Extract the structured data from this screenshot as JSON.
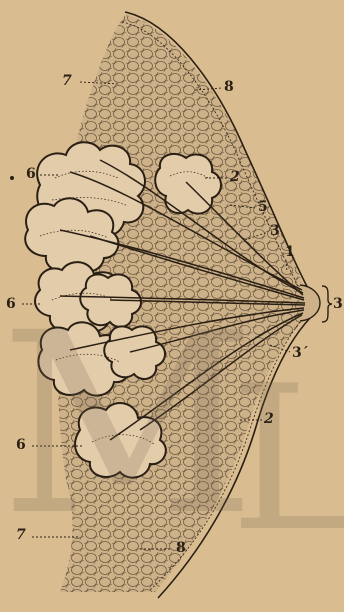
{
  "labels": [
    {
      "id": "lbl-7-top",
      "text": "7"
    },
    {
      "id": "lbl-8-top",
      "text": "8"
    },
    {
      "id": "lbl-6-top",
      "text": "6"
    },
    {
      "id": "lbl-2-top",
      "text": "2"
    },
    {
      "id": "lbl-5",
      "text": "5"
    },
    {
      "id": "lbl-3-upper",
      "text": "3"
    },
    {
      "id": "lbl-1",
      "text": "1"
    },
    {
      "id": "lbl-6-mid",
      "text": "6"
    },
    {
      "id": "lbl-3-brace",
      "text": "3"
    },
    {
      "id": "lbl-3-prime",
      "text": "3´"
    },
    {
      "id": "lbl-2-bottom",
      "text": "2"
    },
    {
      "id": "lbl-6-bottom",
      "text": "6"
    },
    {
      "id": "lbl-7-bottom",
      "text": "7"
    },
    {
      "id": "lbl-8-bottom",
      "text": "8"
    }
  ],
  "colors": {
    "paper": "#d9bd90",
    "ink": "#2a1f14",
    "fat_fill": "#cdb188",
    "lobe_fill": "#e3ccaa"
  }
}
